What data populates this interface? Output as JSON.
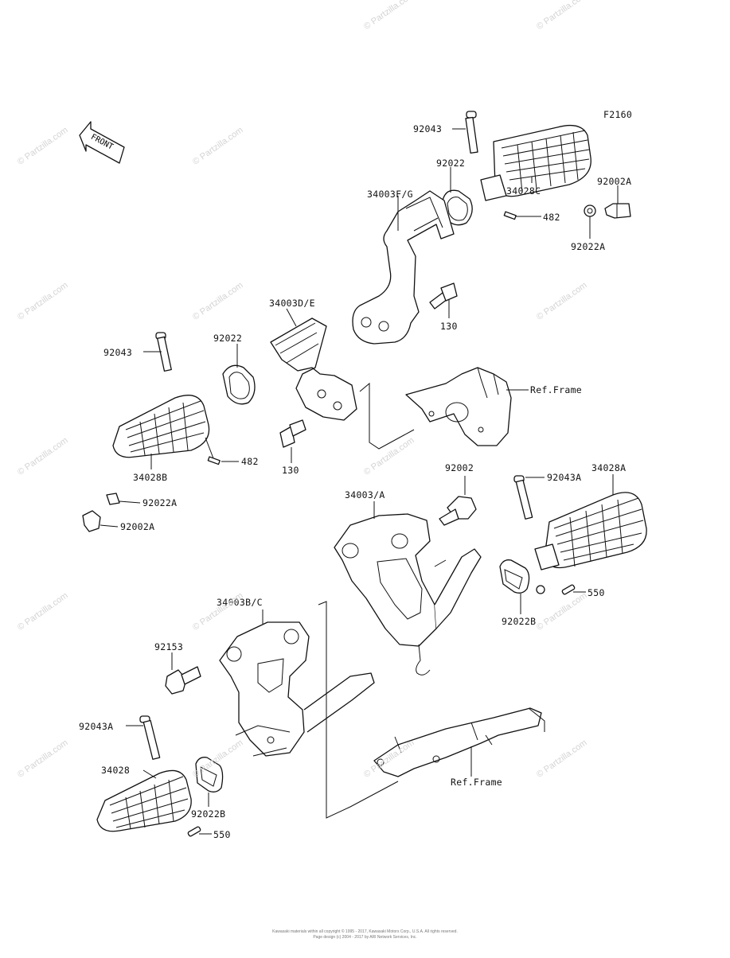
{
  "figure_code": "F2160",
  "front_label": "FRONT",
  "labels": {
    "p92043_top": "92043",
    "p92022_top": "92022",
    "p34003fg": "34003F/G",
    "p34028c": "34028C",
    "p92002a_top": "92002A",
    "p482_top": "482",
    "p92022a_top": "92022A",
    "p34003de": "34003D/E",
    "p130_top": "130",
    "p92043_left": "92043",
    "p92022_mid": "92022",
    "ref_frame_top": "Ref.Frame",
    "p482_mid": "482",
    "p130_mid": "130",
    "p34028b": "34028B",
    "p92022a_left": "92022A",
    "p92002a_left": "92002A",
    "p92002": "92002",
    "p34003a": "34003/A",
    "p92043a_right": "92043A",
    "p34028a": "34028A",
    "p550_right": "550",
    "p92022b_right": "92022B",
    "p34003bc": "34003B/C",
    "p92153": "92153",
    "p92043a_left": "92043A",
    "p34028": "34028",
    "p92022b_left": "92022B",
    "p550_left": "550",
    "ref_frame_bottom": "Ref.Frame"
  },
  "watermark": "© Partzilla.com",
  "copyright": {
    "line1": "Kawasaki materials within all copyright © 1995 - 2017, Kawasaki Motors Corp., U.S.A. All rights reserved.",
    "line2": "Page design (c) 2004 - 2017 by ARI Network Services, Inc."
  }
}
